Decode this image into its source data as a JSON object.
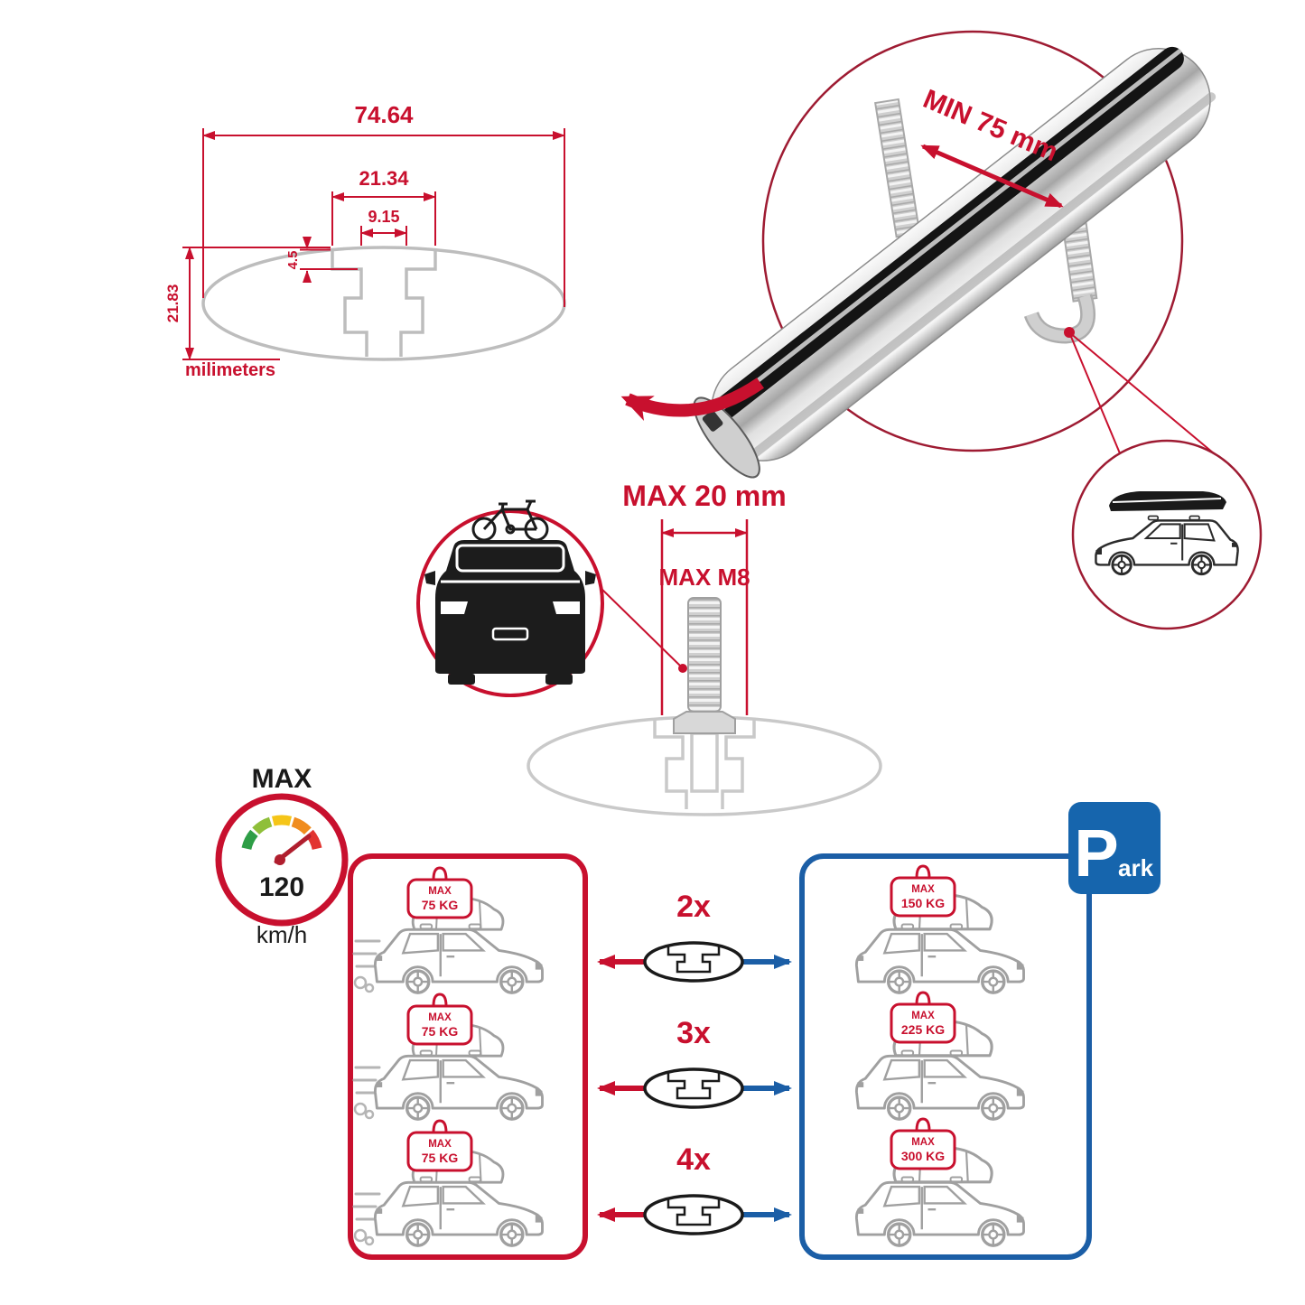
{
  "cross_section": {
    "total_width": "74.64",
    "channel_width": "21.34",
    "slot_width": "9.15",
    "step_depth": "4.5",
    "total_height": "21.83",
    "units": "milimeters"
  },
  "bar_view": {
    "min_clearance": "MIN 75 mm"
  },
  "bolt": {
    "max_length": "MAX 20 mm",
    "max_thread": "MAX M8"
  },
  "speed": {
    "label": "MAX",
    "value": "120",
    "unit": "km/h"
  },
  "park_sign": {
    "letter": "P",
    "word": "ark"
  },
  "rows": [
    {
      "multiplier": "2x",
      "drive_max": "MAX",
      "drive_kg": "75 KG",
      "park_max": "MAX",
      "park_kg": "150 KG"
    },
    {
      "multiplier": "3x",
      "drive_max": "MAX",
      "drive_kg": "75 KG",
      "park_max": "MAX",
      "park_kg": "225 KG"
    },
    {
      "multiplier": "4x",
      "drive_max": "MAX",
      "drive_kg": "75 KG",
      "park_max": "MAX",
      "park_kg": "300 KG"
    }
  ],
  "colors": {
    "red": "#c8102e",
    "maroon": "#9e1b32",
    "blue": "#1b5ea6",
    "sign_blue": "#1665ad",
    "gray_line": "#a0a0a0",
    "silver": "#cfcfcf",
    "black": "#1a1a1a"
  }
}
